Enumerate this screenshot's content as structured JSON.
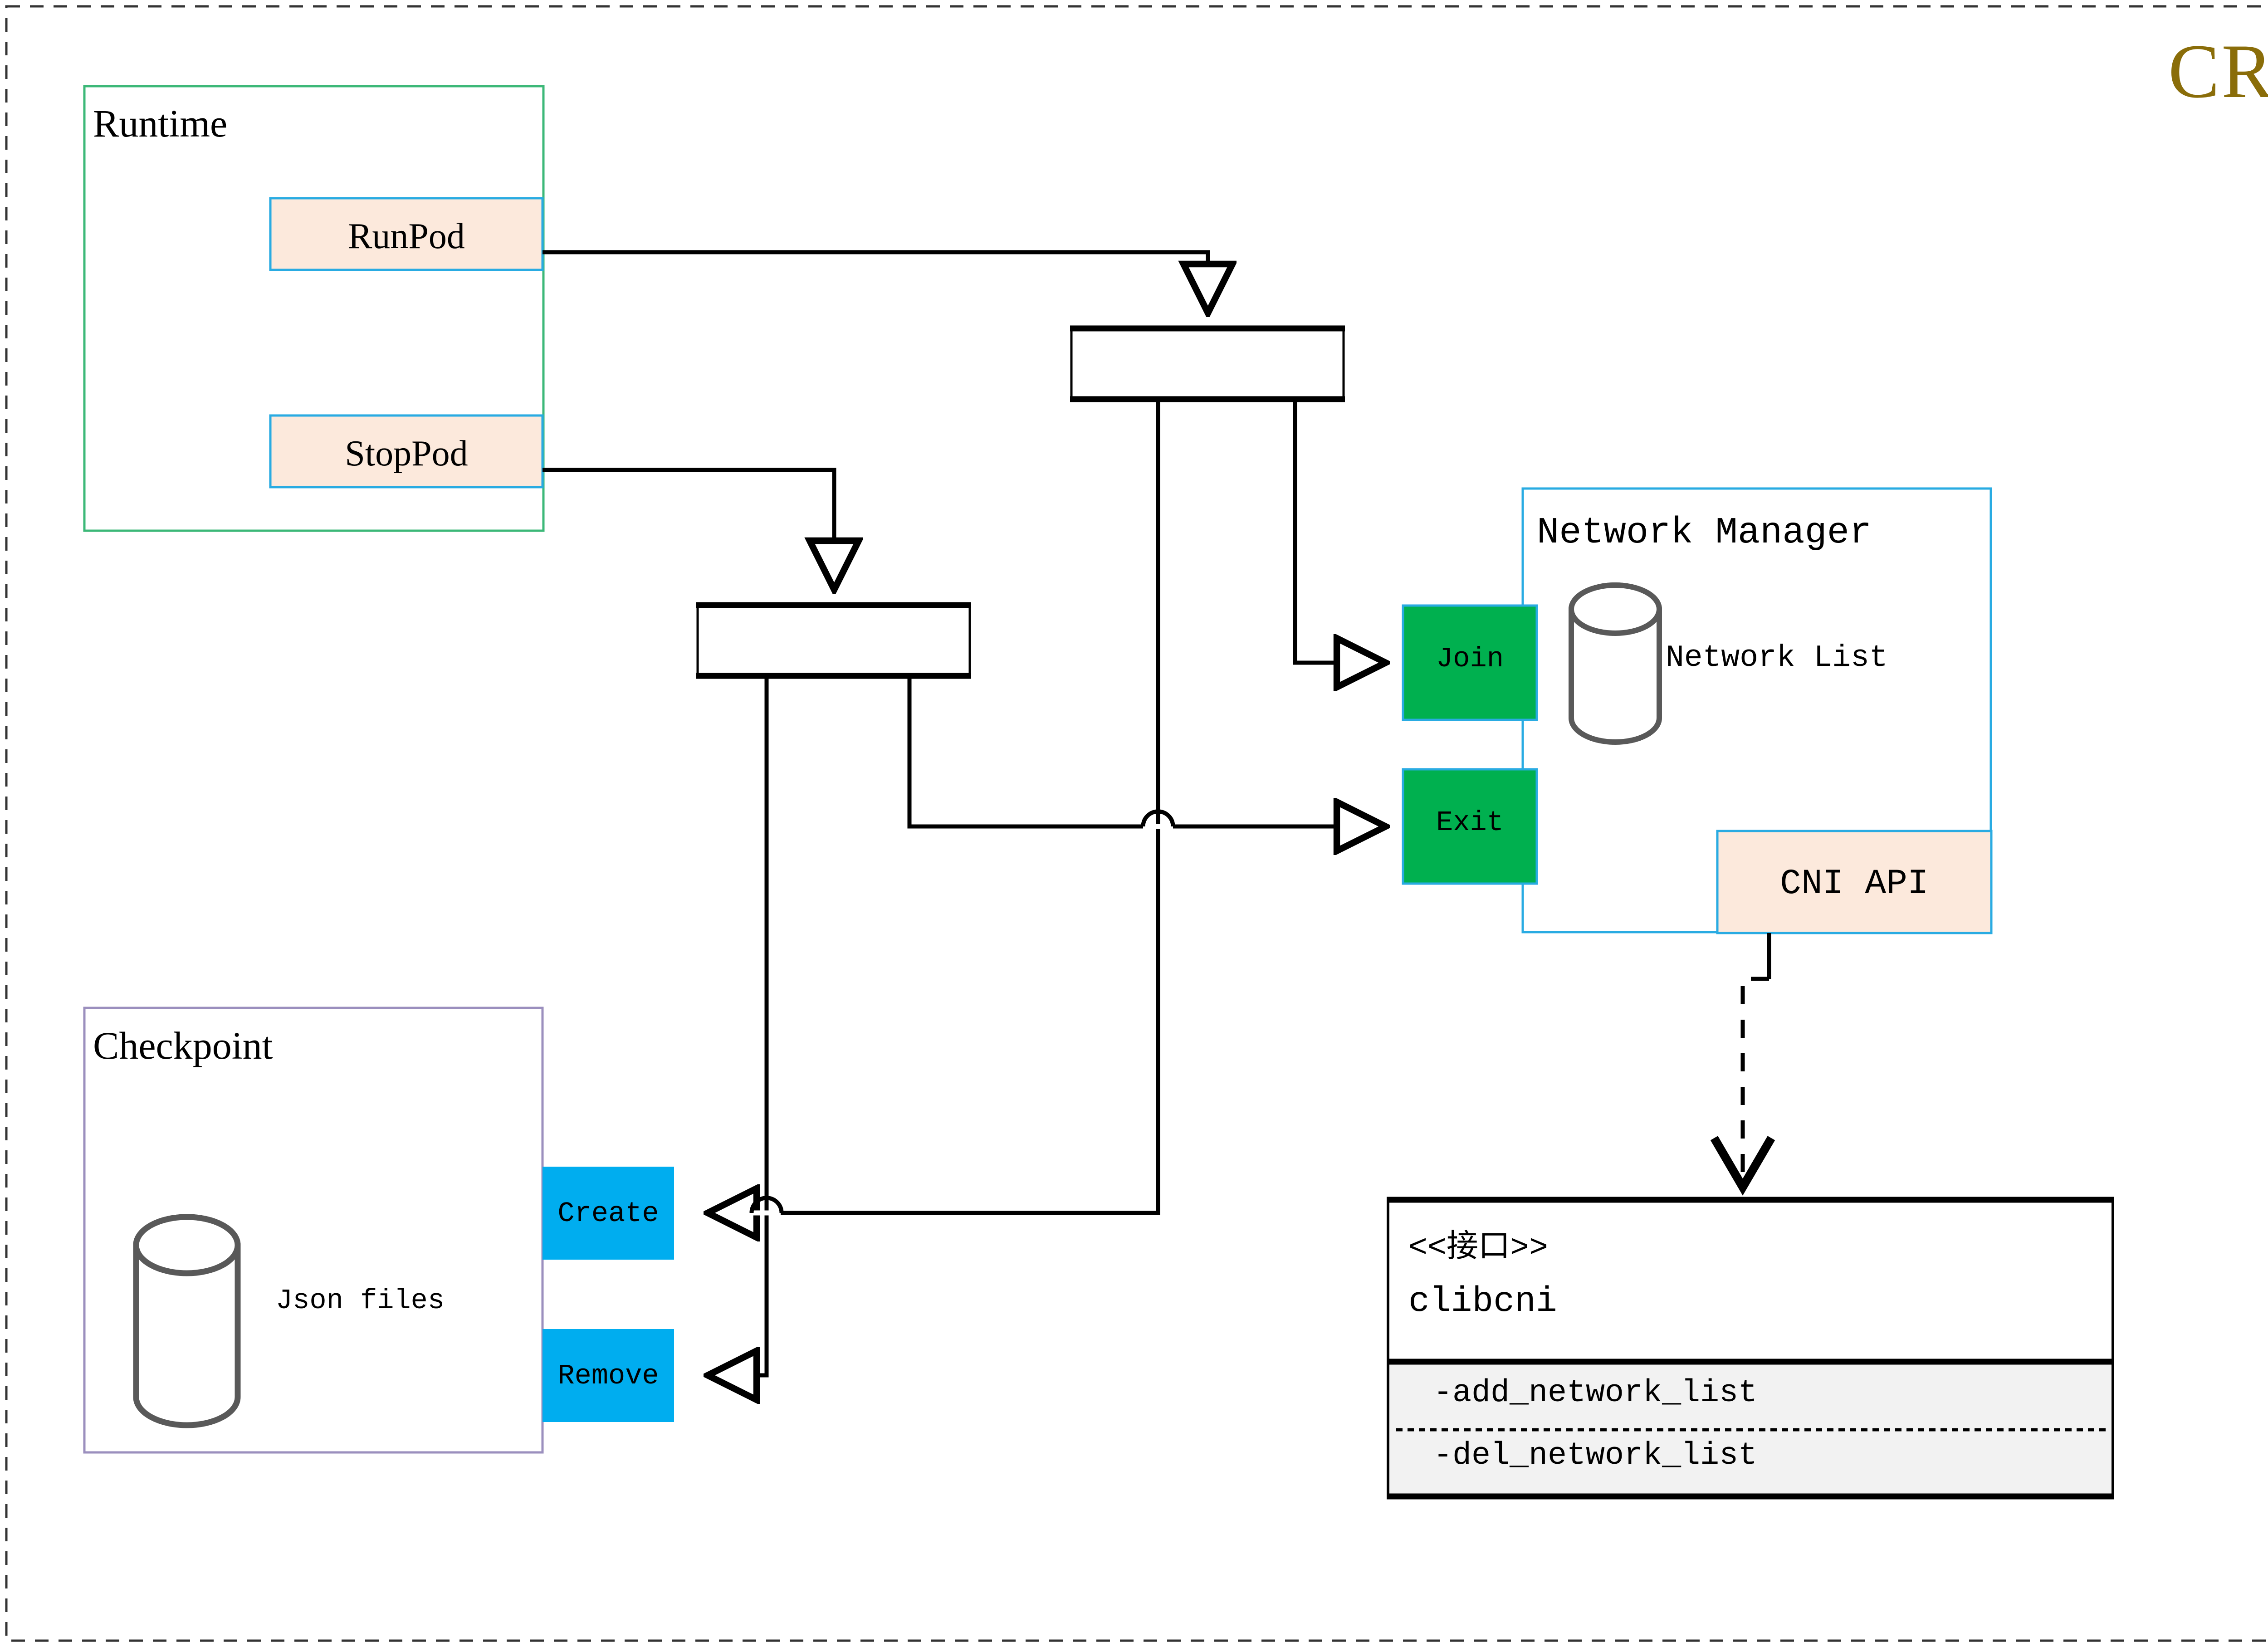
{
  "diagram": {
    "title": "CRI",
    "title_color": "#8a6d09",
    "outer_border_style": "dashed"
  },
  "palette": {
    "peach_fill": "#fce9dc",
    "blue_border": "#29abe2",
    "green_border": "#3cb878",
    "green_fill": "#00b04f",
    "cyan_fill": "#00adef",
    "purple_border": "#9b8fbe",
    "cylinder_stroke": "#595959",
    "method_band": "#f2f2f2",
    "line": "#000000"
  },
  "runtime": {
    "label": "Runtime",
    "operations": [
      {
        "label": "RunPod"
      },
      {
        "label": "StopPod"
      }
    ]
  },
  "checkpoint": {
    "label": "Checkpoint",
    "store_label": "Json files",
    "operations": [
      {
        "label": "Create"
      },
      {
        "label": "Remove"
      }
    ]
  },
  "network_manager": {
    "label": "Network Manager",
    "store_label": "Network List",
    "api_label": "CNI API",
    "operations": [
      {
        "label": "Join"
      },
      {
        "label": "Exit"
      }
    ]
  },
  "interface": {
    "stereotype": "<<接口>>",
    "name": "clibcni",
    "methods": [
      {
        "label": "-add_network_list"
      },
      {
        "label": "-del_network_list"
      }
    ]
  },
  "junctions": [
    {
      "name": "runpod-fork"
    },
    {
      "name": "stoppod-fork"
    }
  ]
}
